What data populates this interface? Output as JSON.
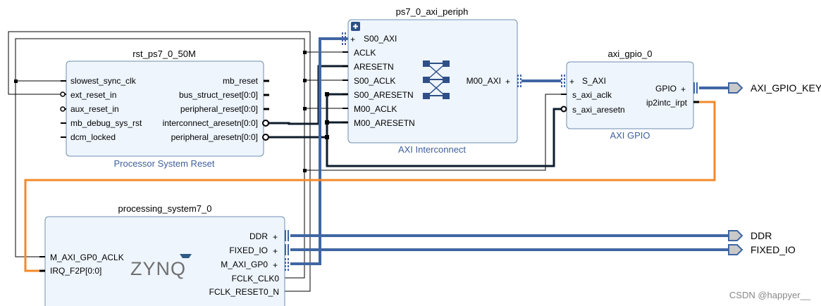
{
  "blocks": {
    "rst": {
      "name": "rst_ps7_0_50M",
      "subtitle": "Processor System Reset",
      "inputs": [
        "slowest_sync_clk",
        "ext_reset_in",
        "aux_reset_in",
        "mb_debug_sys_rst",
        "dcm_locked"
      ],
      "outputs": [
        "mb_reset",
        "bus_struct_reset[0:0]",
        "peripheral_reset[0:0]",
        "interconnect_aresetn[0:0]",
        "peripheral_aresetn[0:0]"
      ]
    },
    "periph": {
      "name": "ps7_0_axi_periph",
      "subtitle": "AXI Interconnect",
      "inputs": [
        "S00_AXI",
        "ACLK",
        "ARESETN",
        "S00_ACLK",
        "S00_ARESETN",
        "M00_ACLK",
        "M00_ARESETN"
      ],
      "output": "M00_AXI"
    },
    "gpio": {
      "name": "axi_gpio_0",
      "subtitle": "AXI GPIO",
      "inputs": [
        "S_AXI",
        "s_axi_aclk",
        "s_axi_aresetn"
      ],
      "outputs": [
        "GPIO",
        "ip2intc_irpt"
      ]
    },
    "ps7": {
      "name": "processing_system7_0",
      "logo": "ZYNQ",
      "inputs": [
        "M_AXI_GP0_ACLK",
        "IRQ_F2P[0:0]"
      ],
      "outputs": [
        "DDR",
        "FIXED_IO",
        "M_AXI_GP0",
        "FCLK_CLK0",
        "FCLK_RESET0_N"
      ]
    }
  },
  "external_ports": [
    "AXI_GPIO_KEY",
    "DDR",
    "FIXED_IO"
  ],
  "watermark": "CSDN @happyer__",
  "colors": {
    "block_fill": "#eef5fd",
    "block_border": "#6f8fae",
    "bus": "#4066a3",
    "net": "#0d1c2c",
    "interrupt": "#f3892a",
    "subtitle": "#3f5f9a",
    "port_fill": "#c9c9c9"
  }
}
